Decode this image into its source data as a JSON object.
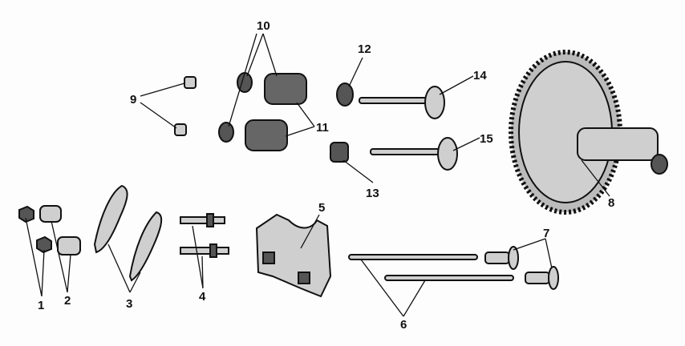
{
  "title": "Camshaft and valve train exploded parts diagram",
  "callouts": {
    "c1": "1",
    "c2": "2",
    "c3": "3",
    "c4": "4",
    "c5": "5",
    "c6": "6",
    "c7": "7",
    "c8": "8",
    "c9": "9",
    "c10": "10",
    "c11": "11",
    "c12": "12",
    "c13": "13",
    "c14": "14",
    "c15": "15"
  }
}
